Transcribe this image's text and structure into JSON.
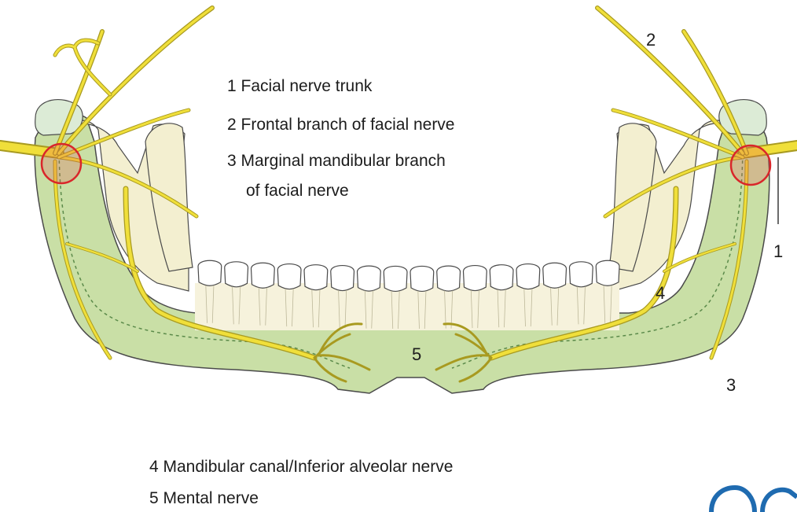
{
  "diagram": {
    "legend_top": [
      {
        "text": "1 Facial nerve trunk"
      },
      {
        "text": "2 Frontal branch of facial nerve"
      },
      {
        "text": "3 Marginal mandibular branch"
      },
      {
        "text": "of facial nerve"
      }
    ],
    "legend_bottom": [
      {
        "text": "4 Mandibular canal/Inferior alveolar nerve"
      },
      {
        "text": "5 Mental nerve"
      }
    ],
    "callouts": {
      "n1": "1",
      "n2": "2",
      "n3": "3",
      "n4": "4",
      "n5": "5"
    },
    "colors": {
      "bone_green": "#c9dfa6",
      "ramus_cream": "#f3efd0",
      "nerve_yellow": "#f0df3a",
      "nerve_outline": "#a89a20",
      "highlight_circle": "#d9262a",
      "tooth_white": "#ffffff",
      "outline": "#4a4a4a",
      "logo_blue": "#1f6bb0"
    }
  }
}
